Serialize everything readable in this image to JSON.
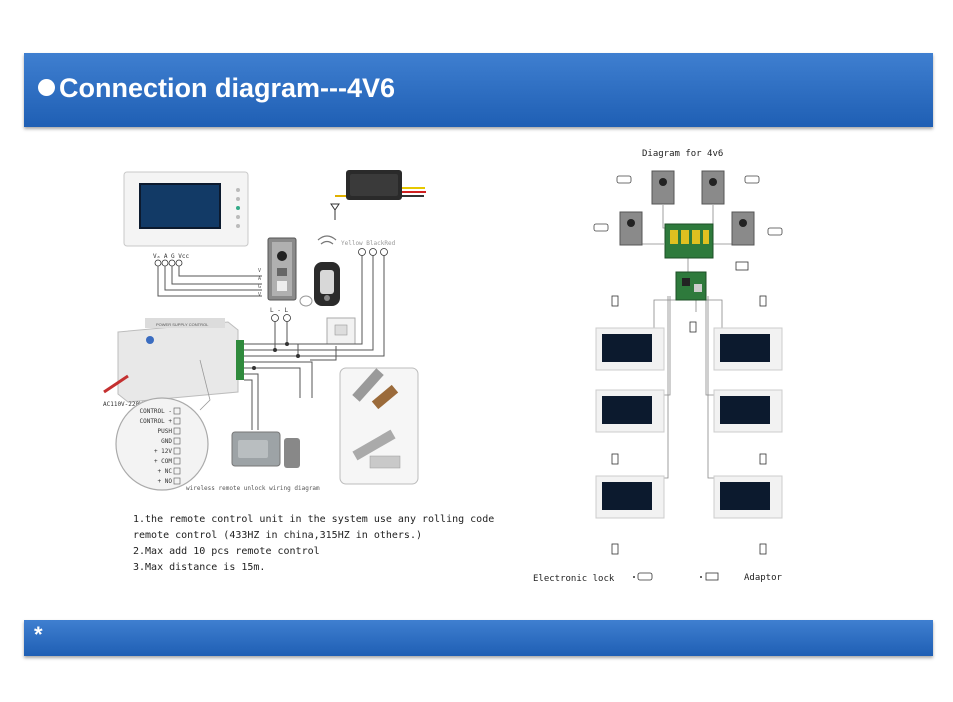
{
  "header": {
    "title": "Connection diagram---4V6"
  },
  "footer": {
    "mark": "*"
  },
  "left_diagram": {
    "monitor_terminals": "Vₐ A G Vcc",
    "wire_colors": "Yellow BlackRed",
    "door_station_pins": [
      "V",
      "A",
      "G",
      "V"
    ],
    "lock_label": "L - L",
    "ac_label": "AC110V-220V",
    "psu_title": "POWER SUPPLY CONTROL",
    "terminal_labels": [
      "CONTROL -",
      "CONTROL +",
      "PUSH",
      "GND",
      "+ 12V",
      "+ COM",
      "+ NC",
      "+ NO"
    ],
    "caption": "wireless remote unlock wiring diagram"
  },
  "notes": [
    "1.the remote control unit in the system use any rolling code",
    "remote control (433HZ in china,315HZ in others.)",
    "2.Max add 10 pcs remote control",
    "3.Max distance is 15m."
  ],
  "right_diagram": {
    "title": "Diagram for 4v6",
    "electronic_lock_label": "Electronic lock",
    "adaptor_label": "Adaptor"
  },
  "colors": {
    "banner": "#2a6cc4",
    "wire": "#555555"
  }
}
